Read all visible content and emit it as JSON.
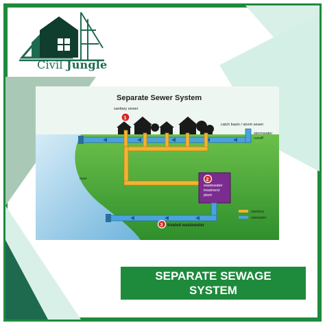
{
  "brand": {
    "name_part1": "Civil",
    "name_part2": "Jungle"
  },
  "diagram": {
    "title": "Separate Sewer System",
    "labels": {
      "sanitary_sewer": "sanitary sewer",
      "catch_basin": "catch basin / storm sewer",
      "stormwater_runoff_1": "stormwater",
      "stormwater_runoff_2": "runoff",
      "river": "river",
      "treatment_1": "wastewater",
      "treatment_2": "treatment",
      "treatment_3": "plant",
      "treated_wastewater": "treated wastewater"
    },
    "markers": [
      "1",
      "2",
      "3"
    ],
    "legend": [
      {
        "label": "sanitary",
        "color": "#f2b233"
      },
      {
        "label": "rainwater",
        "color": "#4aa3df"
      }
    ]
  },
  "banner": {
    "line1": "SEPARATE SEWAGE",
    "line2": "SYSTEM"
  },
  "colors": {
    "brand_green": "#1e8a3c",
    "accent_mint": "#d9f0e8",
    "accent_sage": "#a9c9b6",
    "sanitary_pipe": "#f2b233",
    "storm_pipe": "#4aa3df",
    "treatment_plant": "#7b2c8f"
  }
}
